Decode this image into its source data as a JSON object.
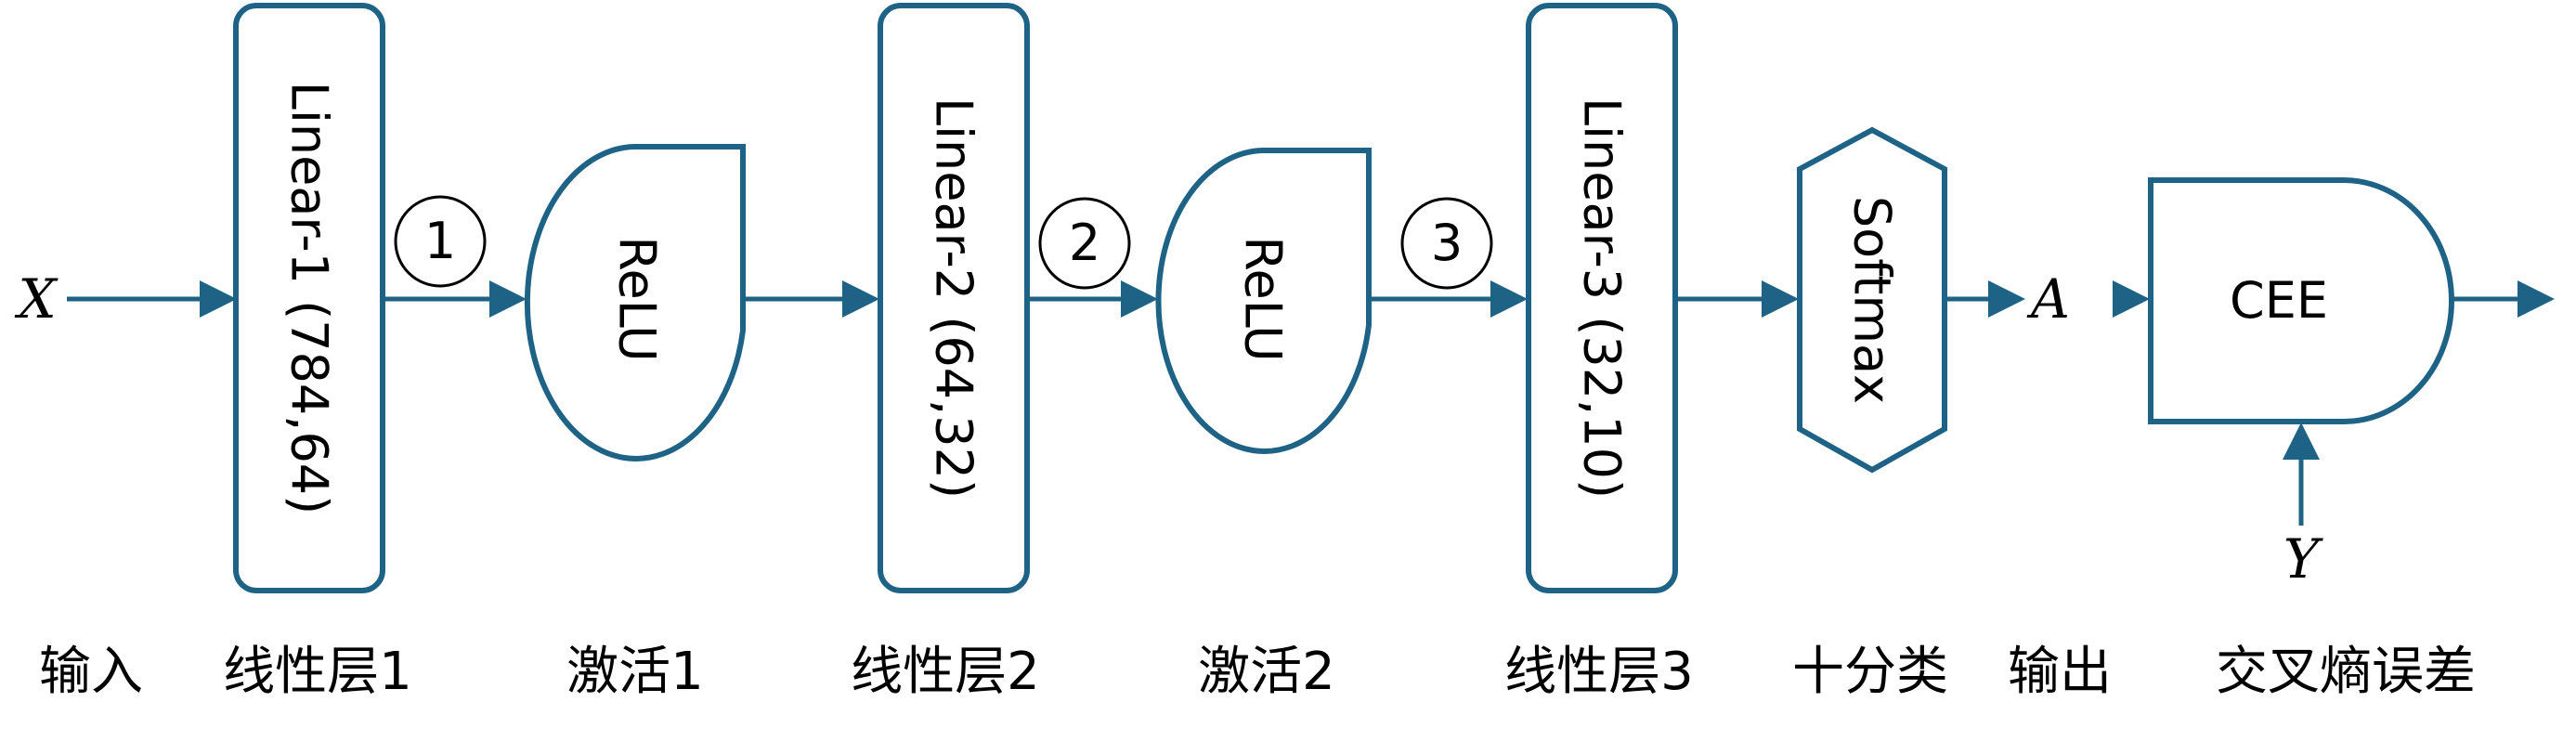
{
  "diagram": {
    "input_var": "X",
    "output_var": "A",
    "label_var": "Y",
    "nodes": {
      "linear1": "Linear-1 (784,64)",
      "relu1": "ReLU",
      "linear2": "Linear-2 (64,32)",
      "relu2": "ReLU",
      "linear3": "Linear-3 (32,10)",
      "softmax": "Softmax",
      "cee": "CEE"
    },
    "steps": [
      "1",
      "2",
      "3"
    ],
    "captions": {
      "input": "输入",
      "linear1": "线性层1",
      "relu1": "激活1",
      "linear2": "线性层2",
      "relu2": "激活2",
      "linear3": "线性层3",
      "softmax": "十分类",
      "output": "输出",
      "cee": "交叉熵误差"
    },
    "colors": {
      "stroke": "#1e6385",
      "fill": "#ffffff",
      "text": "#000000"
    }
  }
}
